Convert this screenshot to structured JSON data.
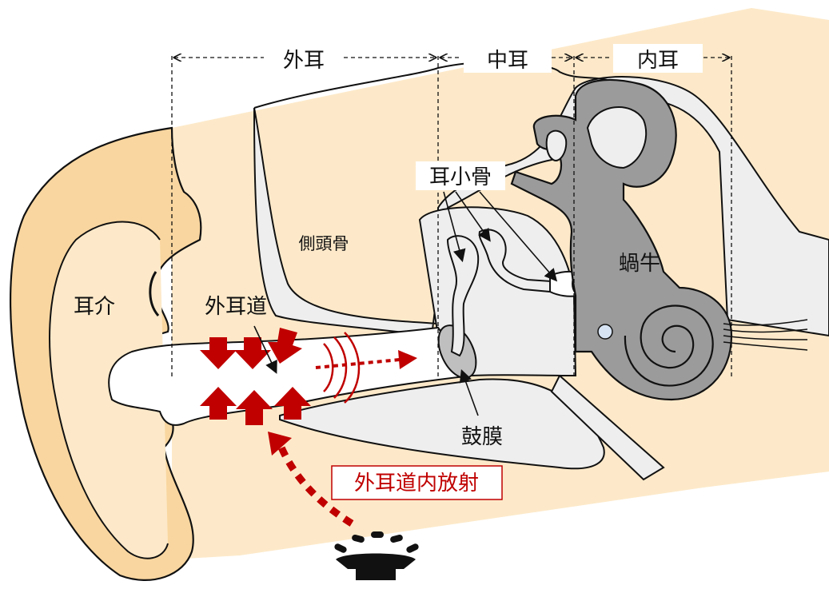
{
  "sections": {
    "outer": "外耳",
    "middle": "中耳",
    "inner": "内耳"
  },
  "labels": {
    "pinna": "耳介",
    "ear_canal": "外耳道",
    "temporal_bone": "側頭骨",
    "ossicles": "耳小骨",
    "cochlea": "蝸牛",
    "eardrum": "鼓膜",
    "radiation": "外耳道内放射"
  },
  "colors": {
    "skin": "#fde9c9",
    "skin_dark": "#f9d69f",
    "bone": "#eeeeee",
    "inner_ear": "#9b9b9b",
    "arrow_red": "#c00000",
    "outline": "#111111"
  },
  "icons": {
    "speaker": "speaker-icon"
  }
}
